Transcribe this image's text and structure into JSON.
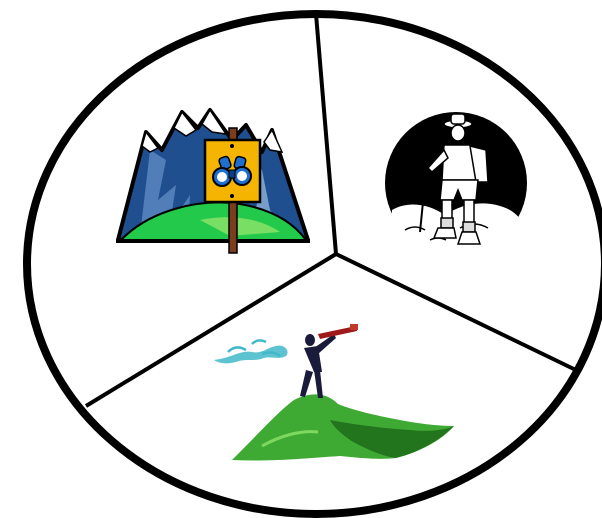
{
  "diagram": {
    "segments": [
      {
        "id": "mountain-lookout",
        "icon": "mountain-binoculars-sign-icon"
      },
      {
        "id": "hiker",
        "icon": "hiker-icon"
      },
      {
        "id": "explorer",
        "icon": "explorer-telescope-hill-icon"
      }
    ]
  },
  "colors": {
    "outline": "#000000",
    "background": "#ffffff",
    "mountain_blue": "#1f4f8f",
    "mountain_light": "#8fb0d8",
    "snow": "#ffffff",
    "grass": "#22c94a",
    "sign_yellow": "#f5b400",
    "binocular_blue": "#1e6fd0",
    "post_brown": "#7a3d1e",
    "hill_green": "#3faa33",
    "hill_dark": "#1d6b1a",
    "telescope_red": "#9e1a1a",
    "cloud_teal": "#42b8c8"
  }
}
